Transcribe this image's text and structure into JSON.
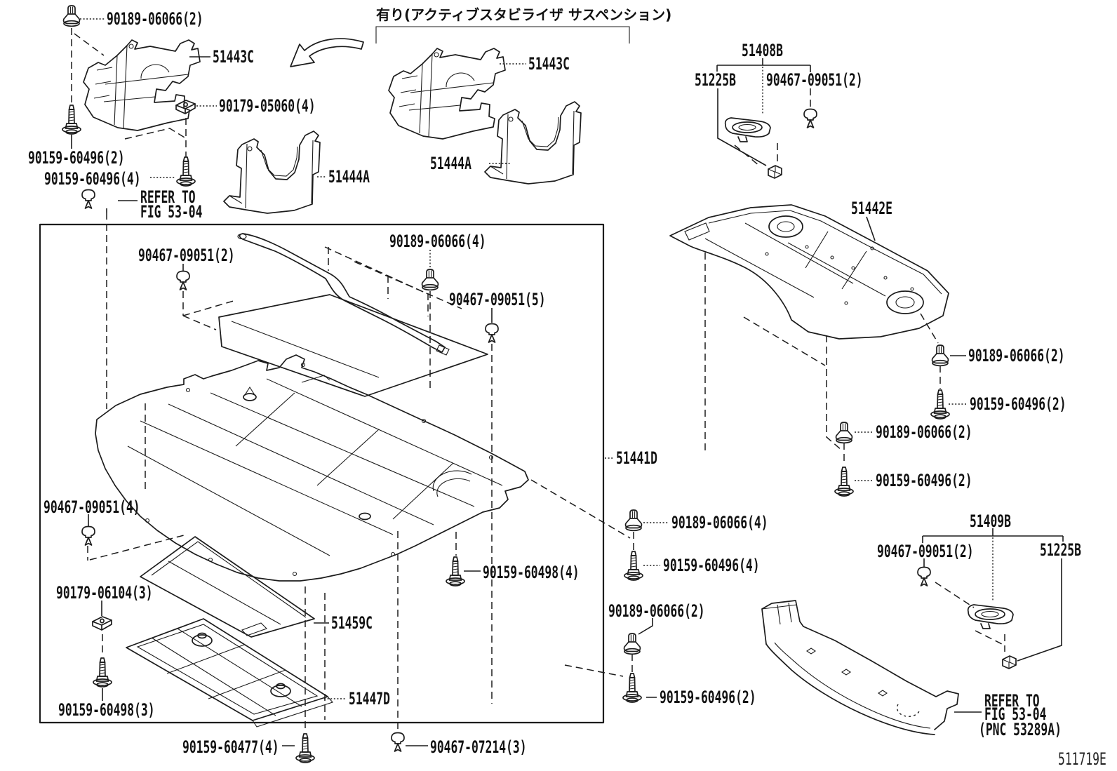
{
  "colors": {
    "line": "#1c1c1c",
    "background": "#ffffff"
  },
  "suspension_note_jp": "有り(アクティブスタビライザ サスペンション)",
  "diagram_code": "511719E",
  "labels": [
    {
      "text": "90189-06066(2)"
    },
    {
      "text": "51443C"
    },
    {
      "text": "90179-05060(4)"
    },
    {
      "text": "90159-60496(2)"
    },
    {
      "text": "90159-60496(4)"
    },
    {
      "text": "REFER TO"
    },
    {
      "text": "FIG 53-04"
    },
    {
      "text": "51444A"
    },
    {
      "text": "有り(アクティブスタビライザ サスペンション)"
    },
    {
      "text": "51443C"
    },
    {
      "text": "51444A"
    },
    {
      "text": "51408B"
    },
    {
      "text": "51225B"
    },
    {
      "text": "90467-09051(2)"
    },
    {
      "text": "51442E"
    },
    {
      "text": "90189-06066(2)"
    },
    {
      "text": "90159-60496(2)"
    },
    {
      "text": "90189-06066(2)"
    },
    {
      "text": "90159-60496(2)"
    },
    {
      "text": "90467-09051(2)"
    },
    {
      "text": "90189-06066(4)"
    },
    {
      "text": "90467-09051(5)"
    },
    {
      "text": "51441D"
    },
    {
      "text": "90467-09051(4)"
    },
    {
      "text": "90179-06104(3)"
    },
    {
      "text": "51459C"
    },
    {
      "text": "90159-60498(3)"
    },
    {
      "text": "51447D"
    },
    {
      "text": "90159-60498(4)"
    },
    {
      "text": "90189-06066(4)"
    },
    {
      "text": "90159-60496(4)"
    },
    {
      "text": "90189-06066(2)"
    },
    {
      "text": "90159-60496(2)"
    },
    {
      "text": "90159-60477(4)"
    },
    {
      "text": "90467-07214(3)"
    },
    {
      "text": "51409B"
    },
    {
      "text": "90467-09051(2)"
    },
    {
      "text": "51225B"
    },
    {
      "text": "REFER TO"
    },
    {
      "text": "FIG 53-04"
    },
    {
      "text": "(PNC 53289A)"
    },
    {
      "text": "511719E"
    }
  ]
}
